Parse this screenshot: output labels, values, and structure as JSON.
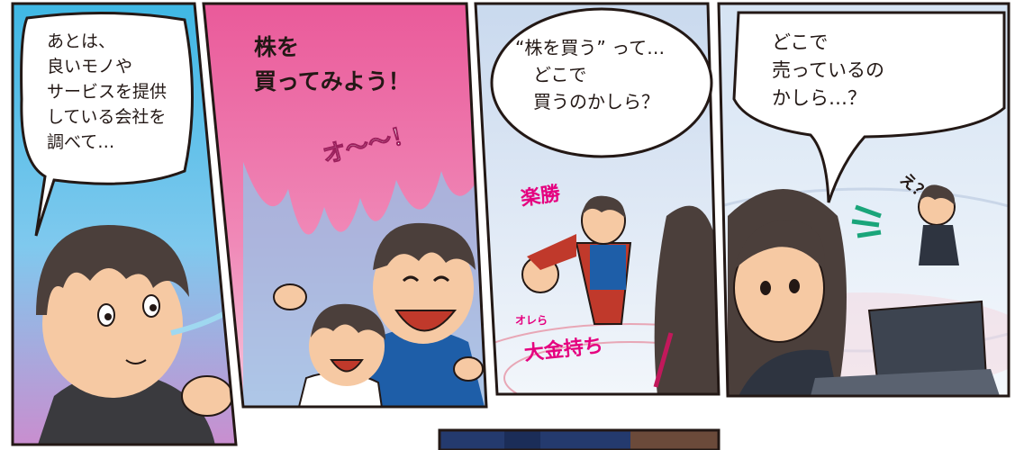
{
  "colors": {
    "panel1_sky_top": "#3fb7e4",
    "panel1_sky_bottom": "#c98ecf",
    "panel2_bg": "#ea5a9a",
    "panel3_bg": "#dde6f3",
    "panel4_bg": "#e6eef8",
    "border": "#231815",
    "sfx_pink": "#e5007f"
  },
  "panels": [
    {
      "id": "panel-1",
      "speech": [
        "あとは、",
        "良いモノや",
        "サービスを提供",
        "している会社を",
        "調べて…"
      ]
    },
    {
      "id": "panel-2",
      "speech": [
        "株を",
        "買ってみよう！"
      ],
      "sfx": "オ〜〜！"
    },
    {
      "id": "panel-3",
      "speech": [
        "“株を買う” って…",
        "　どこで",
        "　買うのかしら？"
      ],
      "sfx_top": "楽勝",
      "sfx_small": "オレら",
      "sfx_bottom": "大金持ち"
    },
    {
      "id": "panel-4",
      "speech": [
        "どこで",
        "売っているの",
        "かしら…？"
      ],
      "sfx": "え？"
    }
  ]
}
